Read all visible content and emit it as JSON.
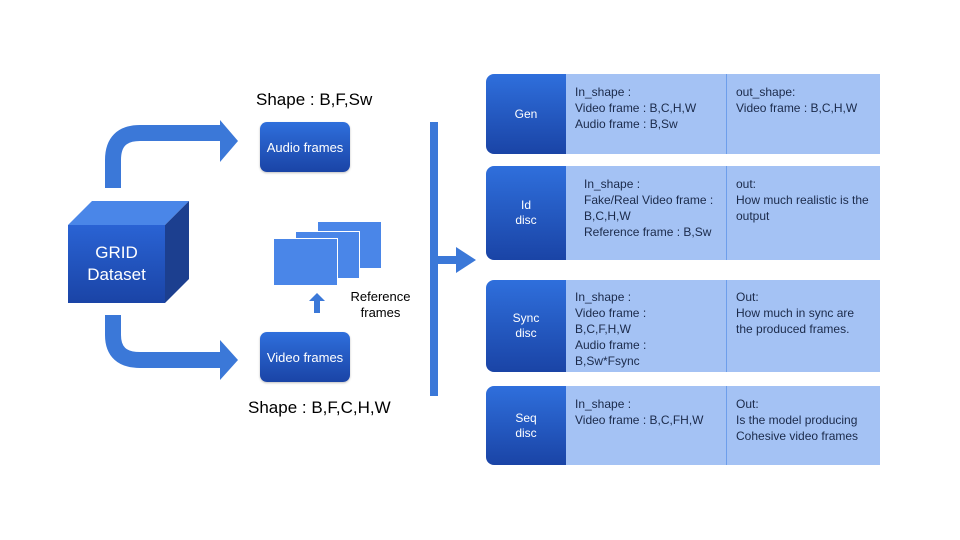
{
  "dataset": {
    "line1": "GRID",
    "line2": "Dataset"
  },
  "audio": {
    "shape_label": "Shape : B,F,Sw",
    "box_label": "Audio frames"
  },
  "video": {
    "shape_label": "Shape : B,F,C,H,W",
    "box_label": "Video frames"
  },
  "reference": {
    "line1": "Reference",
    "line2": "frames"
  },
  "rows": [
    {
      "head": [
        "Gen"
      ],
      "in_text": "In_shape :\nVideo frame : B,C,H,W\nAudio frame : B,Sw",
      "out_text": "out_shape:\nVideo frame : B,C,H,W"
    },
    {
      "head": [
        "Id",
        "disc"
      ],
      "in_text": "In_shape :\nFake/Real Video frame : B,C,H,W\nReference frame : B,Sw",
      "out_text": "out:\nHow much realistic is the output"
    },
    {
      "head": [
        "Sync",
        "disc"
      ],
      "in_text": "In_shape :\nVideo frame :\nB,C,F,H,W\nAudio frame :\nB,Sw*Fsync",
      "out_text": "Out:\nHow much in sync are the produced frames."
    },
    {
      "head": [
        "Seq",
        "disc"
      ],
      "in_text": "In_shape :\nVideo frame : B,C,FH,W",
      "out_text": "Out:\nIs the model producing Cohesive video frames"
    }
  ],
  "colors": {
    "primary_blue": "#3b78d8",
    "dark_blue": "#1a44a6",
    "light_blue": "#a4c2f4"
  }
}
